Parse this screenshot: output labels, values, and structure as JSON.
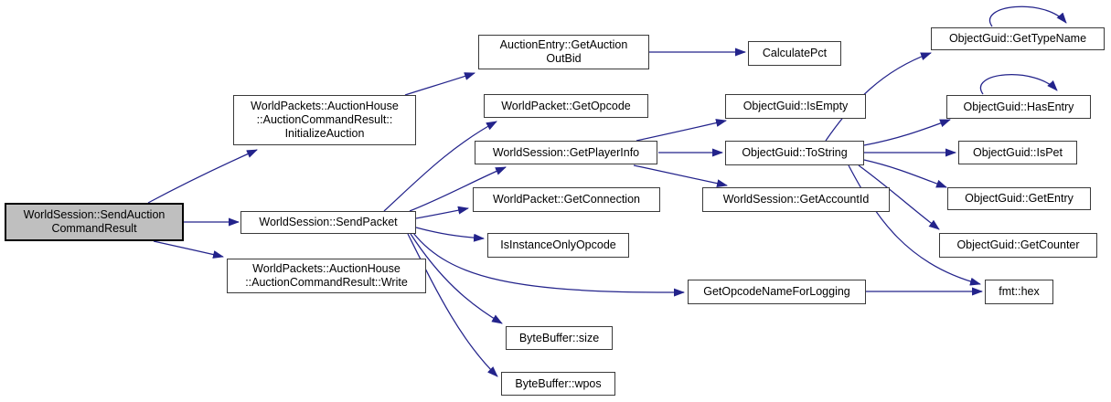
{
  "theme": {
    "background": "#ffffff",
    "text-color": "#000000",
    "node-fill": "#ffffff",
    "node-border": "#3a3a3a",
    "highlight-fill": "#bfbfbf",
    "highlight-border": "#000000",
    "edge-color": "#23238b"
  },
  "diagram": {
    "type": "call-graph",
    "nodes": {
      "send_auction_command_result": {
        "label": "WorldSession::SendAuction\nCommandResult",
        "highlighted": true
      },
      "initialize_auction": {
        "label": "WorldPackets::AuctionHouse\n::AuctionCommandResult::\nInitializeAuction"
      },
      "send_packet": {
        "label": "WorldSession::SendPacket"
      },
      "write": {
        "label": "WorldPackets::AuctionHouse\n::AuctionCommandResult::Write"
      },
      "get_auction_out_bid": {
        "label": "AuctionEntry::GetAuction\nOutBid"
      },
      "calculate_pct": {
        "label": "CalculatePct"
      },
      "get_opcode": {
        "label": "WorldPacket::GetOpcode"
      },
      "get_player_info": {
        "label": "WorldSession::GetPlayerInfo"
      },
      "get_connection": {
        "label": "WorldPacket::GetConnection"
      },
      "is_instance_only_opcode": {
        "label": "IsInstanceOnlyOpcode"
      },
      "byte_buffer_size": {
        "label": "ByteBuffer::size"
      },
      "byte_buffer_wpos": {
        "label": "ByteBuffer::wpos"
      },
      "is_empty": {
        "label": "ObjectGuid::IsEmpty"
      },
      "to_string": {
        "label": "ObjectGuid::ToString"
      },
      "get_account_id": {
        "label": "WorldSession::GetAccountId"
      },
      "get_opcode_name_for_logging": {
        "label": "GetOpcodeNameForLogging"
      },
      "get_type_name": {
        "label": "ObjectGuid::GetTypeName"
      },
      "has_entry": {
        "label": "ObjectGuid::HasEntry"
      },
      "is_pet": {
        "label": "ObjectGuid::IsPet"
      },
      "get_entry": {
        "label": "ObjectGuid::GetEntry"
      },
      "get_counter": {
        "label": "ObjectGuid::GetCounter"
      },
      "fmt_hex": {
        "label": "fmt::hex"
      }
    },
    "edges": [
      {
        "from": "send_auction_command_result",
        "to": "initialize_auction"
      },
      {
        "from": "send_auction_command_result",
        "to": "send_packet"
      },
      {
        "from": "send_auction_command_result",
        "to": "write"
      },
      {
        "from": "initialize_auction",
        "to": "get_auction_out_bid"
      },
      {
        "from": "get_auction_out_bid",
        "to": "calculate_pct"
      },
      {
        "from": "send_packet",
        "to": "get_opcode"
      },
      {
        "from": "send_packet",
        "to": "get_player_info"
      },
      {
        "from": "send_packet",
        "to": "get_connection"
      },
      {
        "from": "send_packet",
        "to": "is_instance_only_opcode"
      },
      {
        "from": "send_packet",
        "to": "get_opcode_name_for_logging"
      },
      {
        "from": "send_packet",
        "to": "byte_buffer_size"
      },
      {
        "from": "send_packet",
        "to": "byte_buffer_wpos"
      },
      {
        "from": "get_player_info",
        "to": "is_empty"
      },
      {
        "from": "get_player_info",
        "to": "to_string"
      },
      {
        "from": "get_player_info",
        "to": "get_account_id"
      },
      {
        "from": "to_string",
        "to": "get_type_name"
      },
      {
        "from": "to_string",
        "to": "has_entry"
      },
      {
        "from": "to_string",
        "to": "is_pet"
      },
      {
        "from": "to_string",
        "to": "get_entry"
      },
      {
        "from": "to_string",
        "to": "get_counter"
      },
      {
        "from": "to_string",
        "to": "fmt_hex"
      },
      {
        "from": "get_opcode_name_for_logging",
        "to": "fmt_hex"
      },
      {
        "from": "get_type_name",
        "to": "get_type_name"
      },
      {
        "from": "has_entry",
        "to": "has_entry"
      }
    ]
  }
}
